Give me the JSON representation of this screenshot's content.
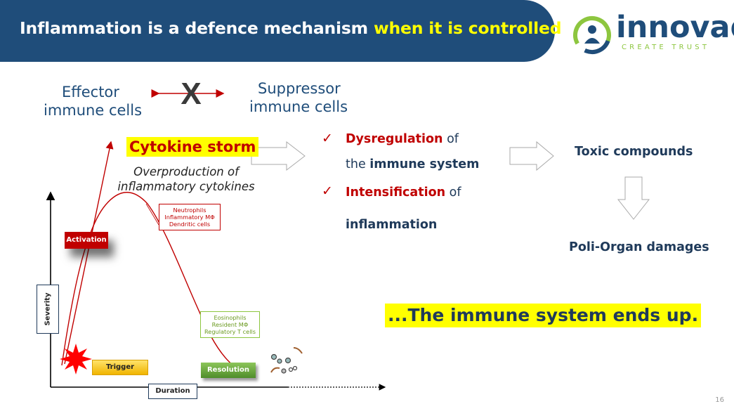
{
  "header": {
    "title_main": "Inflammation is a defence mechanism ",
    "title_highlight": "when it is controlled"
  },
  "logo": {
    "wordmark": "innovad",
    "tagline": "CREATE TRUST",
    "registered": "®"
  },
  "immune": {
    "effector_line1": "Effector",
    "effector_line2": "immune cells",
    "suppressor_line1": "Suppressor",
    "suppressor_line2": "immune cells",
    "versus_mark": "X"
  },
  "curve": {
    "cytokine_storm": "Cytokine storm",
    "overproduction": "Overproduction of inflammatory cytokines",
    "effector_cells": [
      "Neutrophils",
      "Inflammatory MΦ",
      "Dendritic cells"
    ],
    "resolving_cells": [
      "Eosinophils",
      "Resident MΦ",
      "Regulatory T cells"
    ],
    "activation": "Activation",
    "trigger": "Trigger",
    "resolution": "Resolution",
    "duration": "Duration",
    "severity": "Severity"
  },
  "effects": {
    "check_mark": "✓",
    "item1_bold": "Dysregulation",
    "item1_rest": " of",
    "item1_line2_plain": "the ",
    "item1_line2_bold": "immune system",
    "item2_bold": "Intensification",
    "item2_rest": " of",
    "item2_line2": "inflammation"
  },
  "outcomes": {
    "toxic": "Toxic compounds",
    "poli": "Poli-Organ damages"
  },
  "conclusion": "...The immune system ends up.",
  "page_number": "16",
  "colors": {
    "navy": "#1f4d7a",
    "red": "#c00000",
    "highlight": "#ffff00",
    "green": "#8dc63f"
  }
}
